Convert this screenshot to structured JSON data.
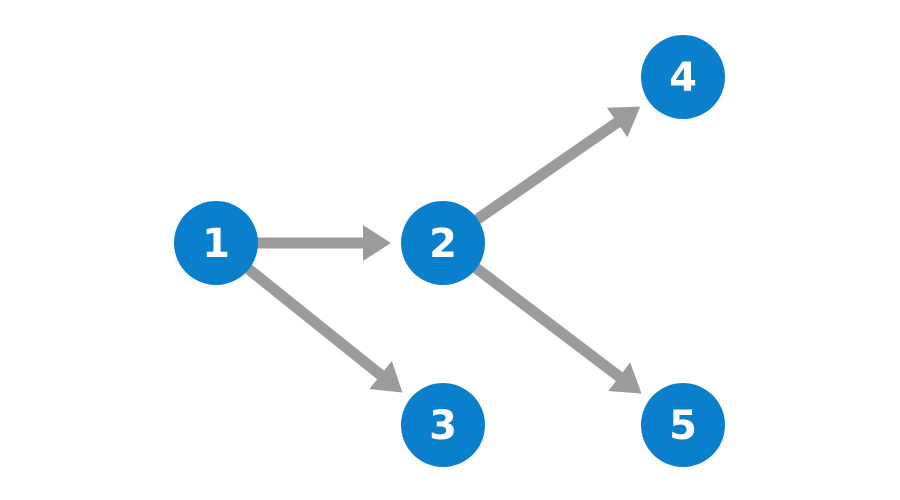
{
  "colors": {
    "node_fill": "#0a7fcb",
    "node_text": "#ffffff",
    "edge": "#9b9b9b",
    "background": "#ffffff"
  },
  "nodes": [
    {
      "id": "1",
      "label": "1"
    },
    {
      "id": "2",
      "label": "2"
    },
    {
      "id": "3",
      "label": "3"
    },
    {
      "id": "4",
      "label": "4"
    },
    {
      "id": "5",
      "label": "5"
    }
  ],
  "edges": [
    {
      "from": "1",
      "to": "2"
    },
    {
      "from": "1",
      "to": "3"
    },
    {
      "from": "2",
      "to": "4"
    },
    {
      "from": "2",
      "to": "5"
    }
  ]
}
